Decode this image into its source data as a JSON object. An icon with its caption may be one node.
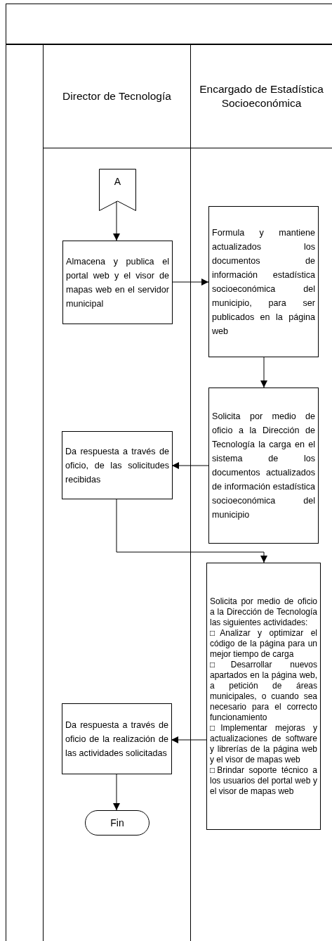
{
  "diagram": {
    "nodes": [
      {
        "text": [
          "Director de Tecnología"
        ]
      },
      {
        "text": [
          "Encargado de Estadística Socioeconómica"
        ]
      },
      {
        "text": [
          "A"
        ],
        "in": 0
      },
      {
        "text": [
          "Almacena y publica el portal web y el visor de mapas web en el servidor municipal"
        ],
        "in": 0
      },
      {
        "text": [
          "Formula y mantiene actualizados los documentos de información estadística socioeconómica del municipio, para ser publicados en la página web"
        ],
        "in": 1
      },
      {
        "text": [
          "Solicita por medio de oficio a la Dirección de Tecnología la carga en el sistema de los documentos actualizados de información estadística socioeconómica del municipio"
        ],
        "in": 1
      },
      {
        "text": [
          "Da respuesta a través de oficio, de las solicitudes recibidas"
        ],
        "in": 0
      },
      {
        "text": [
          "Solicita por medio de oficio a la Dirección de Tecnología las siguientes actividades:",
          "□Analizar y optimizar el código de la página para un mejor tiempo de carga",
          "□Desarrollar nuevos apartados en la página web, a petición de áreas municipales, o cuando sea necesario para el correcto funcionamiento",
          "□Implementar mejoras y actualizaciones de software y librerías de la página web y el visor de mapas web",
          "□Brindar soporte técnico a los usuarios del portal web y el visor de mapas web"
        ],
        "in": 1
      },
      {
        "text": [
          "Da respuesta a través de oficio de la realización de las actividades solicitadas"
        ],
        "in": 0
      },
      {
        "text": [
          "Fin"
        ],
        "in": 0
      }
    ],
    "edges": [
      {
        "from": 2,
        "to": 3,
        "arrow": "to"
      },
      {
        "from": 3,
        "to": 4,
        "arrow": "to"
      },
      {
        "from": 4,
        "to": 5,
        "arrow": "to"
      },
      {
        "from": 5,
        "to": 6,
        "arrow": "to"
      },
      {
        "from": 6,
        "to": 7,
        "arrow": "to"
      },
      {
        "from": 7,
        "to": 8,
        "arrow": "to"
      },
      {
        "from": 8,
        "to": 9,
        "arrow": "to"
      }
    ]
  }
}
